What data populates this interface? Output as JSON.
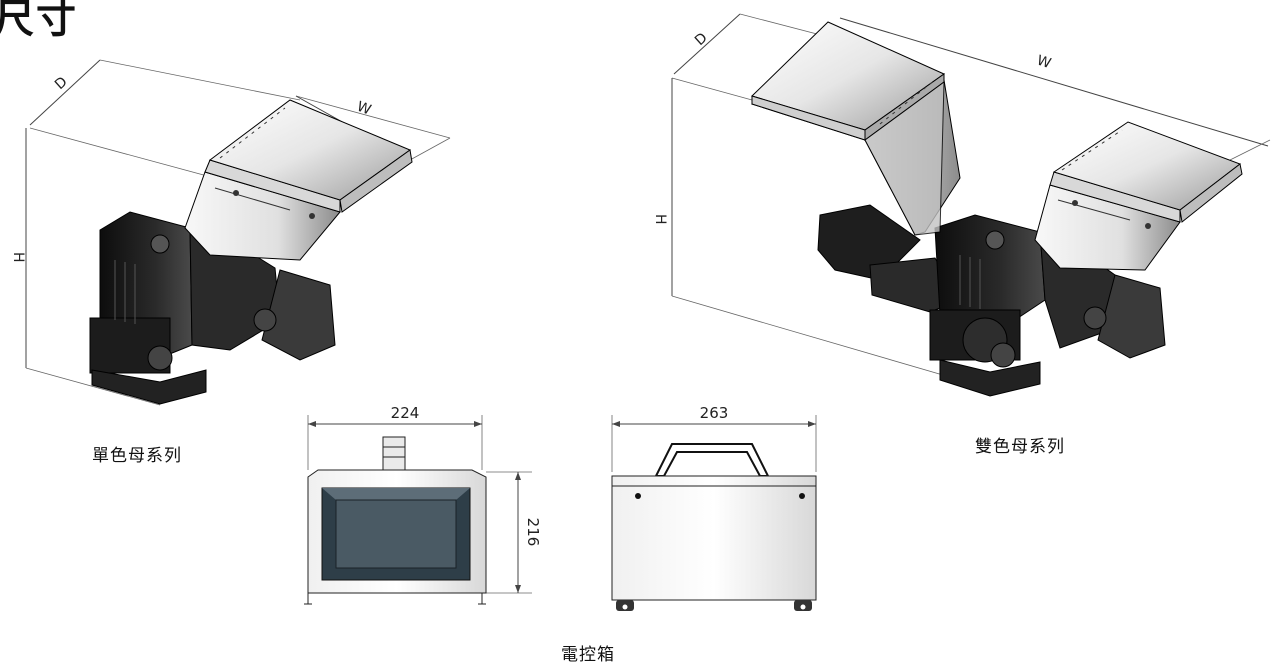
{
  "title": "尺寸",
  "single": {
    "caption": "單色母系列",
    "dims": {
      "depth": "D",
      "width": "W",
      "height": "H"
    }
  },
  "double": {
    "caption": "雙色母系列",
    "dims": {
      "depth": "D",
      "width": "W",
      "height": "H"
    }
  },
  "control_box": {
    "caption": "電控箱",
    "front": {
      "width": "224",
      "height": "216"
    },
    "side": {
      "width": "263"
    }
  },
  "colors": {
    "machine_dark": "#1c1c1c",
    "hopper_light": "#f2f2f2",
    "screen_frame": "#2e3e48",
    "screen": "#4a5a64"
  }
}
